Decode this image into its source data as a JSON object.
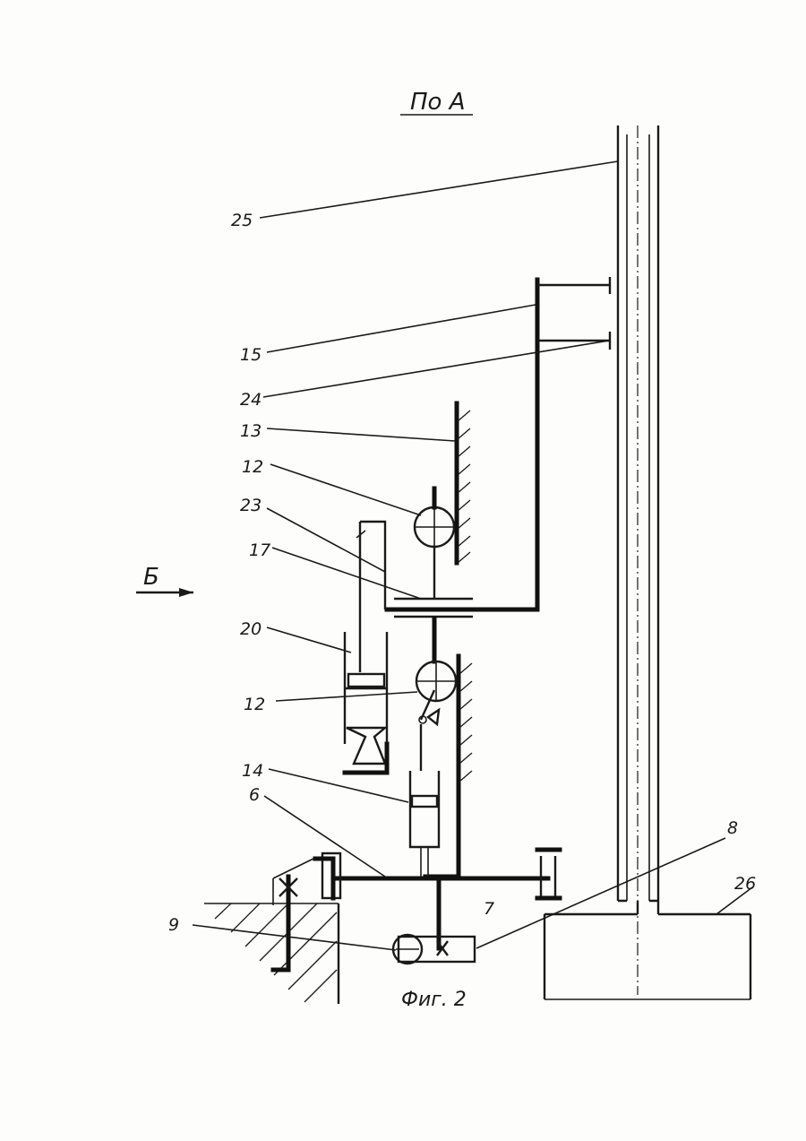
{
  "title": "По А",
  "view_marker": "Б",
  "caption": "Фиг. 2",
  "labels": {
    "l25": "25",
    "l15": "15",
    "l24": "24",
    "l13": "13",
    "l12a": "12",
    "l23": "23",
    "l17": "17",
    "l20": "20",
    "l12b": "12",
    "l14": "14",
    "l6": "6",
    "l8": "8",
    "l26": "26",
    "l9": "9",
    "l7": "7"
  }
}
